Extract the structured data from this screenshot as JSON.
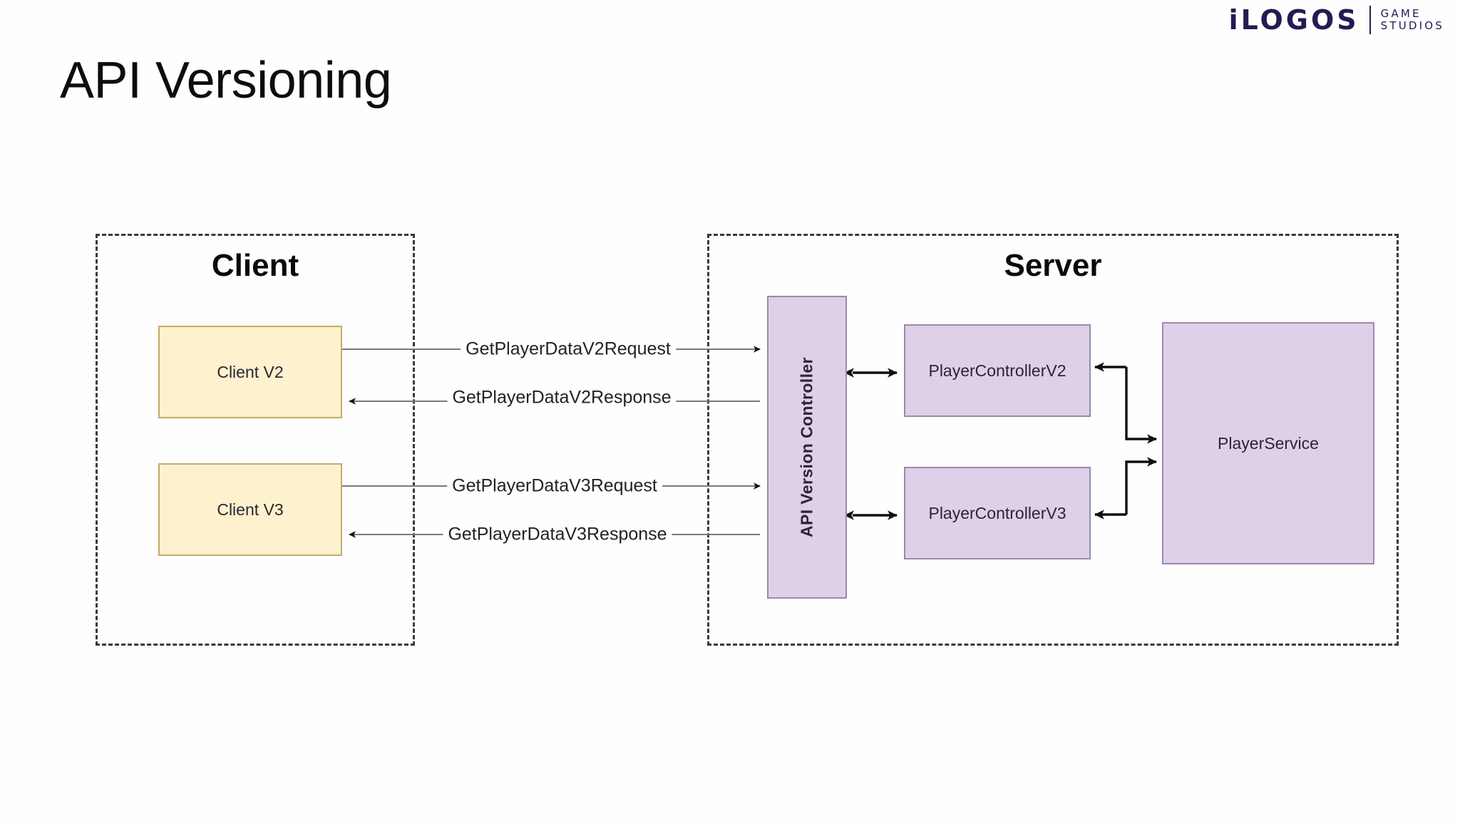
{
  "brand": {
    "wordmark": "iLOGOS",
    "sub_line_1": "GAME",
    "sub_line_2": "STUDIOS",
    "color": "#211d52"
  },
  "title": "API Versioning",
  "colors": {
    "client_fill": "#fdf2cd",
    "client_stroke": "#c4ab6a",
    "service_fill": "#ddd0e8",
    "service_stroke": "#9a8aa8",
    "connector": "#101010",
    "flow_line": "#7a7a7a",
    "zone_border": "#3a3a3a",
    "text": "#2b2535"
  },
  "zones": [
    {
      "id": "client",
      "label": "Client"
    },
    {
      "id": "server",
      "label": "Server"
    }
  ],
  "nodes": [
    {
      "id": "client-v2",
      "label": "Client V2",
      "zone": "client",
      "style": "client"
    },
    {
      "id": "client-v3",
      "label": "Client V3",
      "zone": "client",
      "style": "client"
    },
    {
      "id": "api-version-controller",
      "label": "API Version Controller",
      "zone": "server",
      "style": "purple-vertical"
    },
    {
      "id": "player-controller-v2",
      "label": "PlayerControllerV2",
      "zone": "server",
      "style": "purple"
    },
    {
      "id": "player-controller-v3",
      "label": "PlayerControllerV3",
      "zone": "server",
      "style": "purple"
    },
    {
      "id": "player-service",
      "label": "PlayerService",
      "zone": "server",
      "style": "purple"
    }
  ],
  "edges": [
    {
      "id": "v2-request",
      "label": "GetPlayerDataV2Request",
      "from": "client-v2",
      "to": "api-version-controller",
      "direction": "forward"
    },
    {
      "id": "v2-response",
      "label": "GetPlayerDataV2Response",
      "from": "api-version-controller",
      "to": "client-v2",
      "direction": "backward"
    },
    {
      "id": "v3-request",
      "label": "GetPlayerDataV3Request",
      "from": "client-v3",
      "to": "api-version-controller",
      "direction": "forward"
    },
    {
      "id": "v3-response",
      "label": "GetPlayerDataV3Response",
      "from": "api-version-controller",
      "to": "client-v3",
      "direction": "backward"
    },
    {
      "id": "ctrl-pcv2",
      "label": "",
      "from": "api-version-controller",
      "to": "player-controller-v2",
      "direction": "bidirectional"
    },
    {
      "id": "ctrl-pcv3",
      "label": "",
      "from": "api-version-controller",
      "to": "player-controller-v3",
      "direction": "bidirectional"
    },
    {
      "id": "pcv2-service",
      "label": "",
      "from": "player-controller-v2",
      "to": "player-service",
      "direction": "bidirectional-elbow"
    },
    {
      "id": "pcv3-service",
      "label": "",
      "from": "player-controller-v3",
      "to": "player-service",
      "direction": "bidirectional-elbow"
    }
  ]
}
